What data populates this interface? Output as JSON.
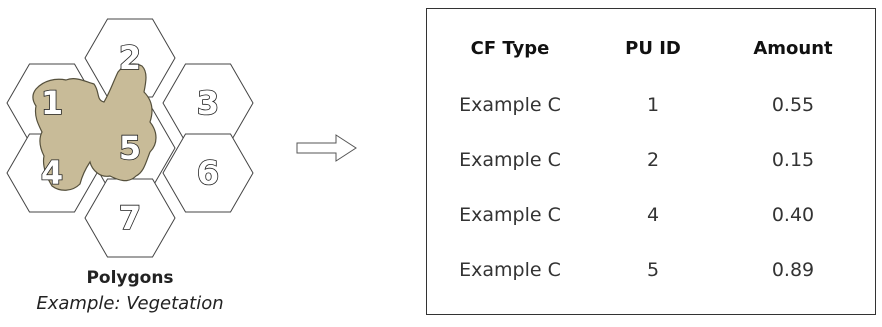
{
  "diagram": {
    "hexagons": [
      {
        "id": "1",
        "label": "1"
      },
      {
        "id": "2",
        "label": "2"
      },
      {
        "id": "3",
        "label": "3"
      },
      {
        "id": "4",
        "label": "4"
      },
      {
        "id": "5",
        "label": "5"
      },
      {
        "id": "6",
        "label": "6"
      },
      {
        "id": "7",
        "label": "7"
      }
    ],
    "polygon_fill": "#c8bb98",
    "polygon_stroke": "#55503c",
    "caption_title": "Polygons",
    "caption_subtitle": "Example: Vegetation"
  },
  "table": {
    "headers": [
      "CF Type",
      "PU ID",
      "Amount"
    ],
    "rows": [
      [
        "Example C",
        "1",
        "0.55"
      ],
      [
        "Example C",
        "2",
        "0.15"
      ],
      [
        "Example C",
        "4",
        "0.40"
      ],
      [
        "Example C",
        "5",
        "0.89"
      ]
    ]
  }
}
